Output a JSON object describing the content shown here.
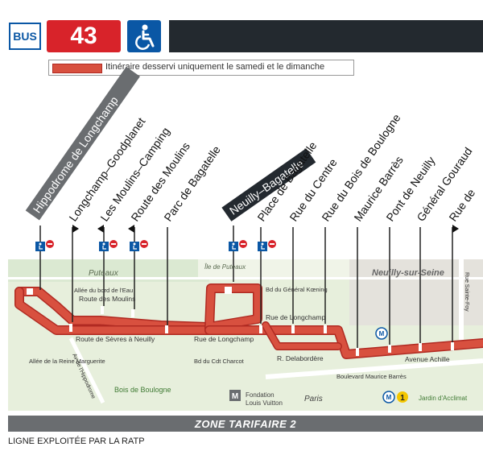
{
  "header": {
    "bus_label": "BUS",
    "line_number": "43",
    "accessibility_icon": "wheelchair-icon"
  },
  "legend": {
    "text": "Itinéraire desservi uniquement le samedi et le dimanche"
  },
  "colors": {
    "line_red": "#d8503f",
    "line_dark_red": "#b02a22",
    "bus_blue": "#0a57a5",
    "badge_grey": "#6a6d70",
    "badge_dark": "#23292f",
    "park_green": "#e7efdc",
    "town_grey": "#e4e2dc"
  },
  "termini": {
    "west": "Hippodrome de Longchamp",
    "central": "Neuilly–Bagatelle"
  },
  "stops": [
    "Longchamp–Goodplanet",
    "Les Moulins–Camping",
    "Route des Moulins",
    "Parc de Bagatelle",
    "Place de Bagatelle",
    "Rue du Centre",
    "Rue du Bois de Boulogne",
    "Maurice Barrès",
    "Pont de Neuilly",
    "Général Gouraud",
    "Rue de"
  ],
  "places": {
    "puteaux": "Puteaux",
    "ile_puteaux": "Île de Puteaux",
    "neuilly": "Neuilly-sur-Seine",
    "paris": "Paris",
    "bois": "Bois de Boulogne",
    "fondation": "Fondation\nLouis Vuitton",
    "jardin": "Jardin d'Acclimat"
  },
  "streets": {
    "allee_bord": "Allée du bord de l'Eau",
    "route_moulins": "Route des Moulins",
    "route_sevres": "Route de Sèvres à Neuilly",
    "rue_longchamp": "Rue de Longchamp",
    "rue_longchamp2": "Rue de Longchamp",
    "bd_koenig": "Bd du Général Kœning",
    "bd_charcot": "Bd du Cdt Charcot",
    "r_delaborde": "R. Delabordère",
    "av_hippodrome": "Av de l'Hippodrome",
    "allee_reine": "Allée de la Reine Marguerite",
    "boulevard_barres": "Boulevard Maurice Barrès",
    "avenue_achille": "Avenue Achille",
    "rue_sainte_foy": "Rue Sainte-Foy"
  },
  "metro": {
    "line": "1"
  },
  "footer": {
    "zone": "ZONE TARIFAIRE 2",
    "operator": "LIGNE EXPLOITÉE PAR LA RATP"
  }
}
